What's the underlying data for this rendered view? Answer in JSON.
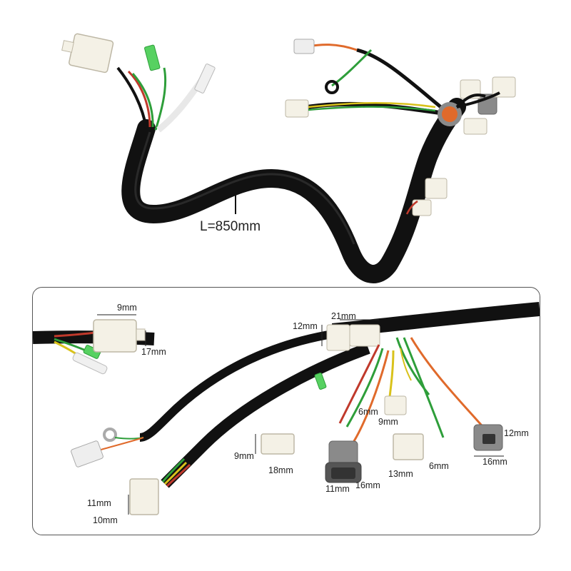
{
  "overview": {
    "length_label": "L=850mm"
  },
  "detail": {
    "dims": [
      "9mm",
      "17mm",
      "12mm",
      "21mm",
      "6mm",
      "9mm",
      "12mm",
      "9mm",
      "18mm",
      "13mm",
      "6mm",
      "16mm",
      "11mm",
      "16mm",
      "11mm",
      "10mm"
    ]
  },
  "colors": {
    "sheath": "#111111",
    "connector": "#f4f1e6",
    "gray_connector": "#8a8a8a",
    "wire_red": "#c0392b",
    "wire_green": "#2e9e3a",
    "wire_yellow": "#d9c21b",
    "wire_orange": "#e06a2b"
  }
}
